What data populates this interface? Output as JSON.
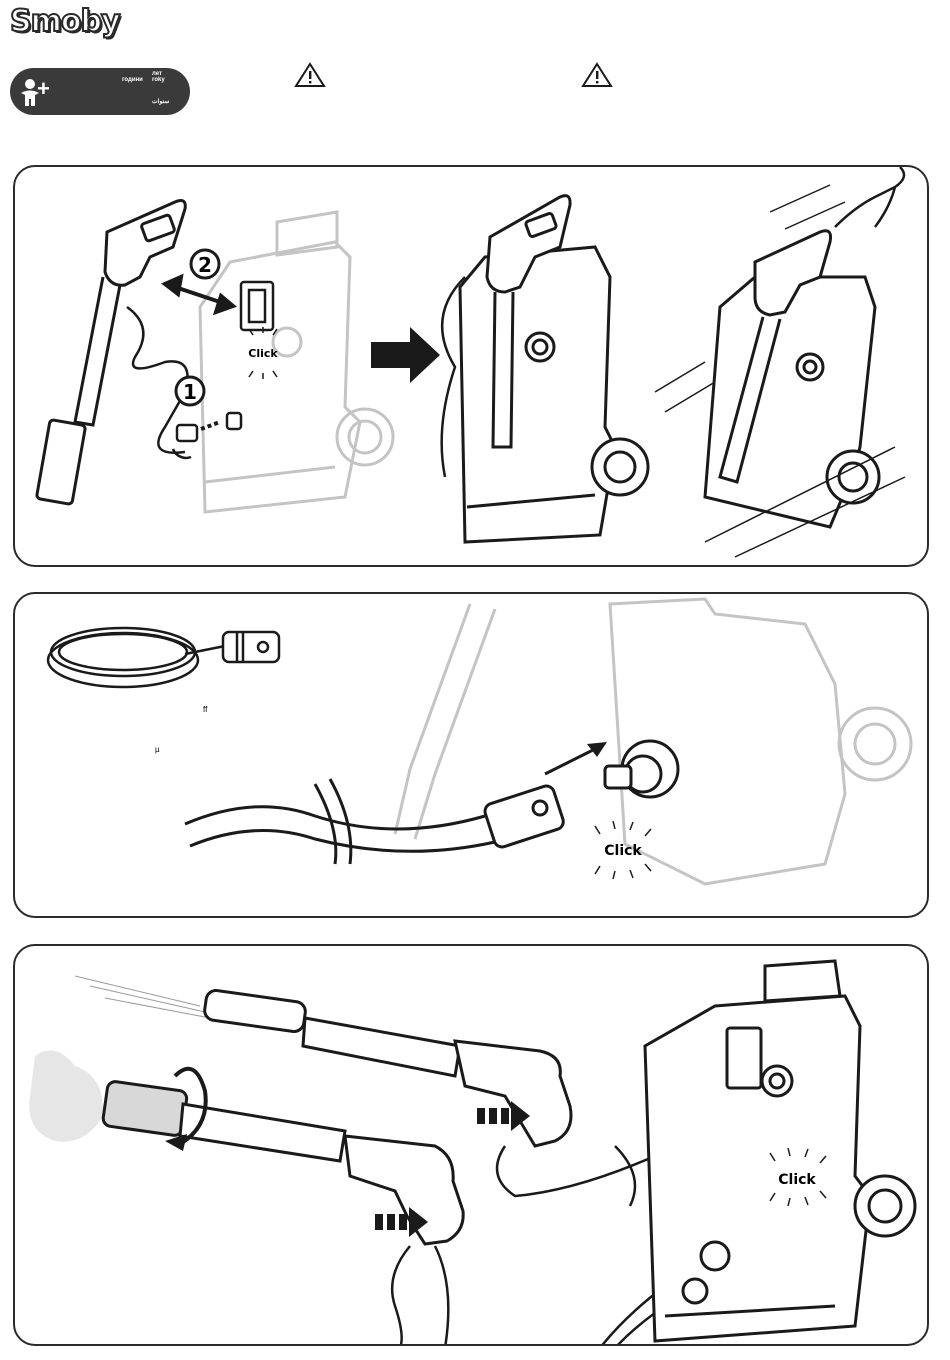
{
  "brand": {
    "logo_text": "Smoby"
  },
  "age_badge": {
    "plus_sign": "+",
    "label_years_bg": "години",
    "label_let": "лет",
    "label_roky": "roky",
    "label_arabic": "سنوات"
  },
  "panel1": {
    "step1": "1",
    "step2": "2",
    "click": "Click"
  },
  "panel2": {
    "note1": "ff",
    "note2": "µ",
    "click": "Click"
  },
  "panel3": {
    "click": "Click"
  },
  "colors": {
    "ink": "#1a1a1a",
    "faded": "#bdbdbd",
    "frame": "#2b2b2b",
    "badge": "#3a3a3a"
  }
}
